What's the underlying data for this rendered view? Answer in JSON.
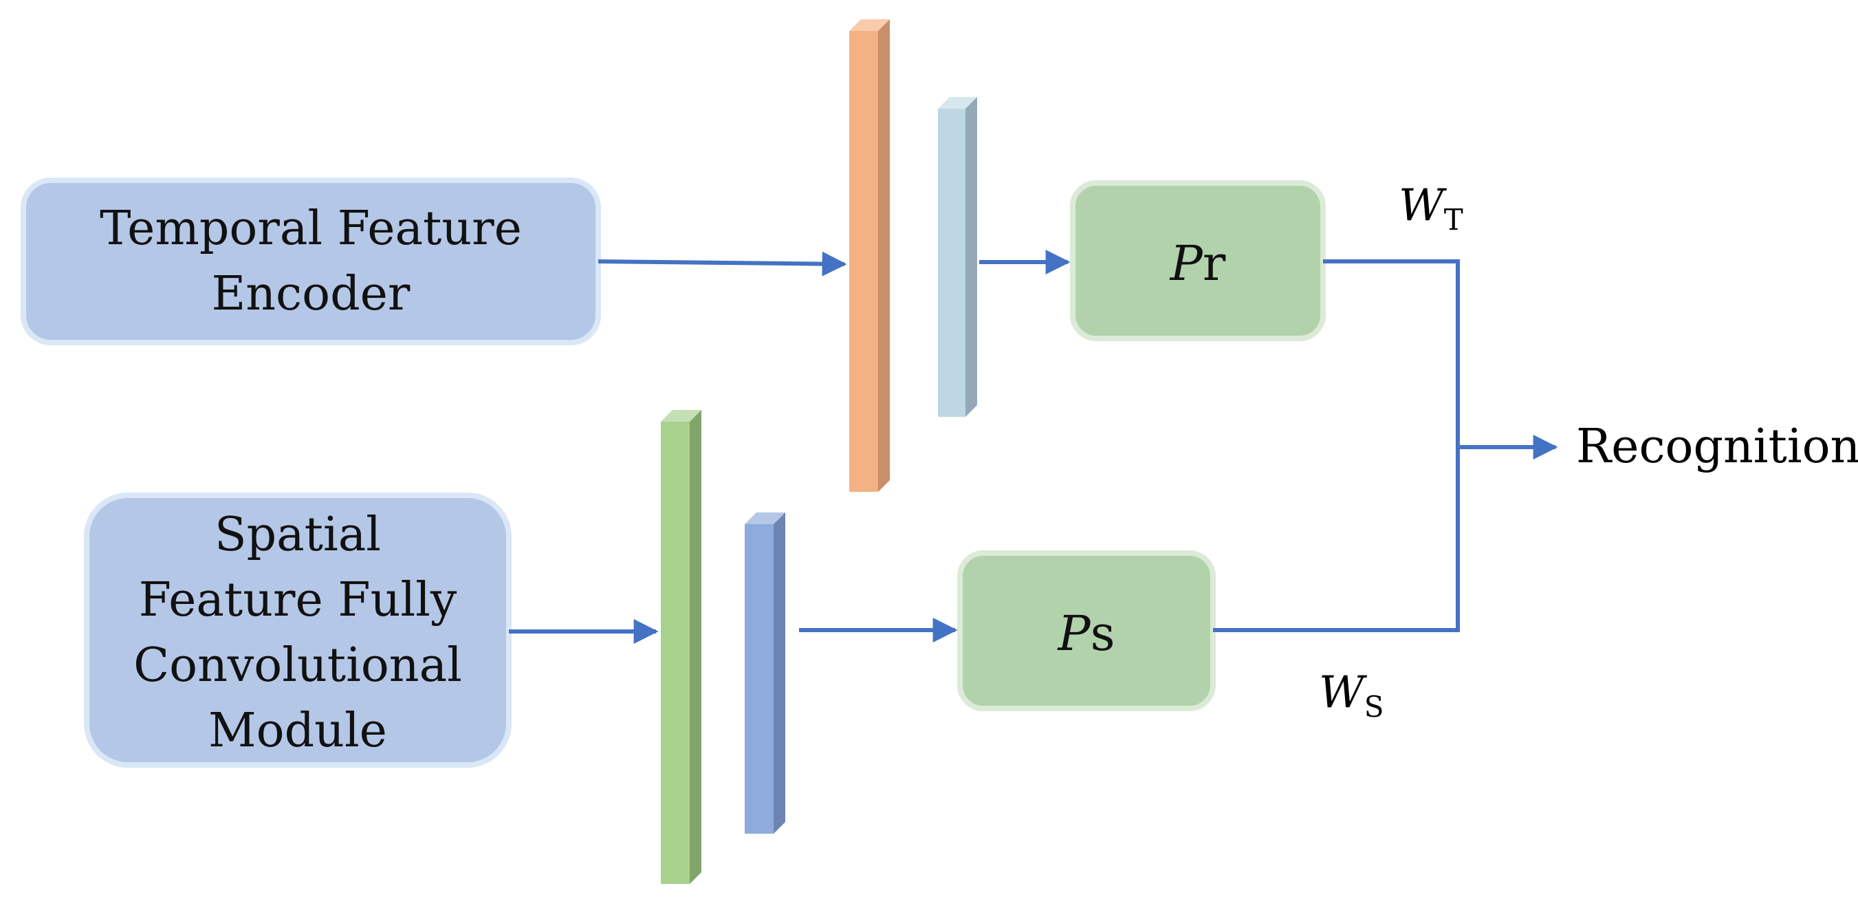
{
  "encoders": {
    "temporal": {
      "line1": "Temporal Feature",
      "line2": "Encoder"
    },
    "spatial": {
      "line1": "Spatial",
      "line2": "Feature Fully",
      "line3": "Convolutional",
      "line4": "Module"
    }
  },
  "branches": {
    "temporal": {
      "prob_italic": "P",
      "prob_sub": "r",
      "weight_italic": "W",
      "weight_sub": "T"
    },
    "spatial": {
      "prob_italic": "P",
      "prob_sub": "s",
      "weight_italic": "W",
      "weight_sub": "S"
    }
  },
  "output": {
    "label": "Recognition"
  },
  "colors": {
    "encoder_fill": "#b4c7e7",
    "encoder_border": "#dae7f6",
    "prob_fill": "#b2d2ac",
    "prob_border": "#dcebd8",
    "arrow": "#4472c4",
    "bar_orange": "#f4b183",
    "bar_lightblue": "#bdd7e3",
    "bar_green": "#a9d18e",
    "bar_blue": "#8faadc"
  }
}
